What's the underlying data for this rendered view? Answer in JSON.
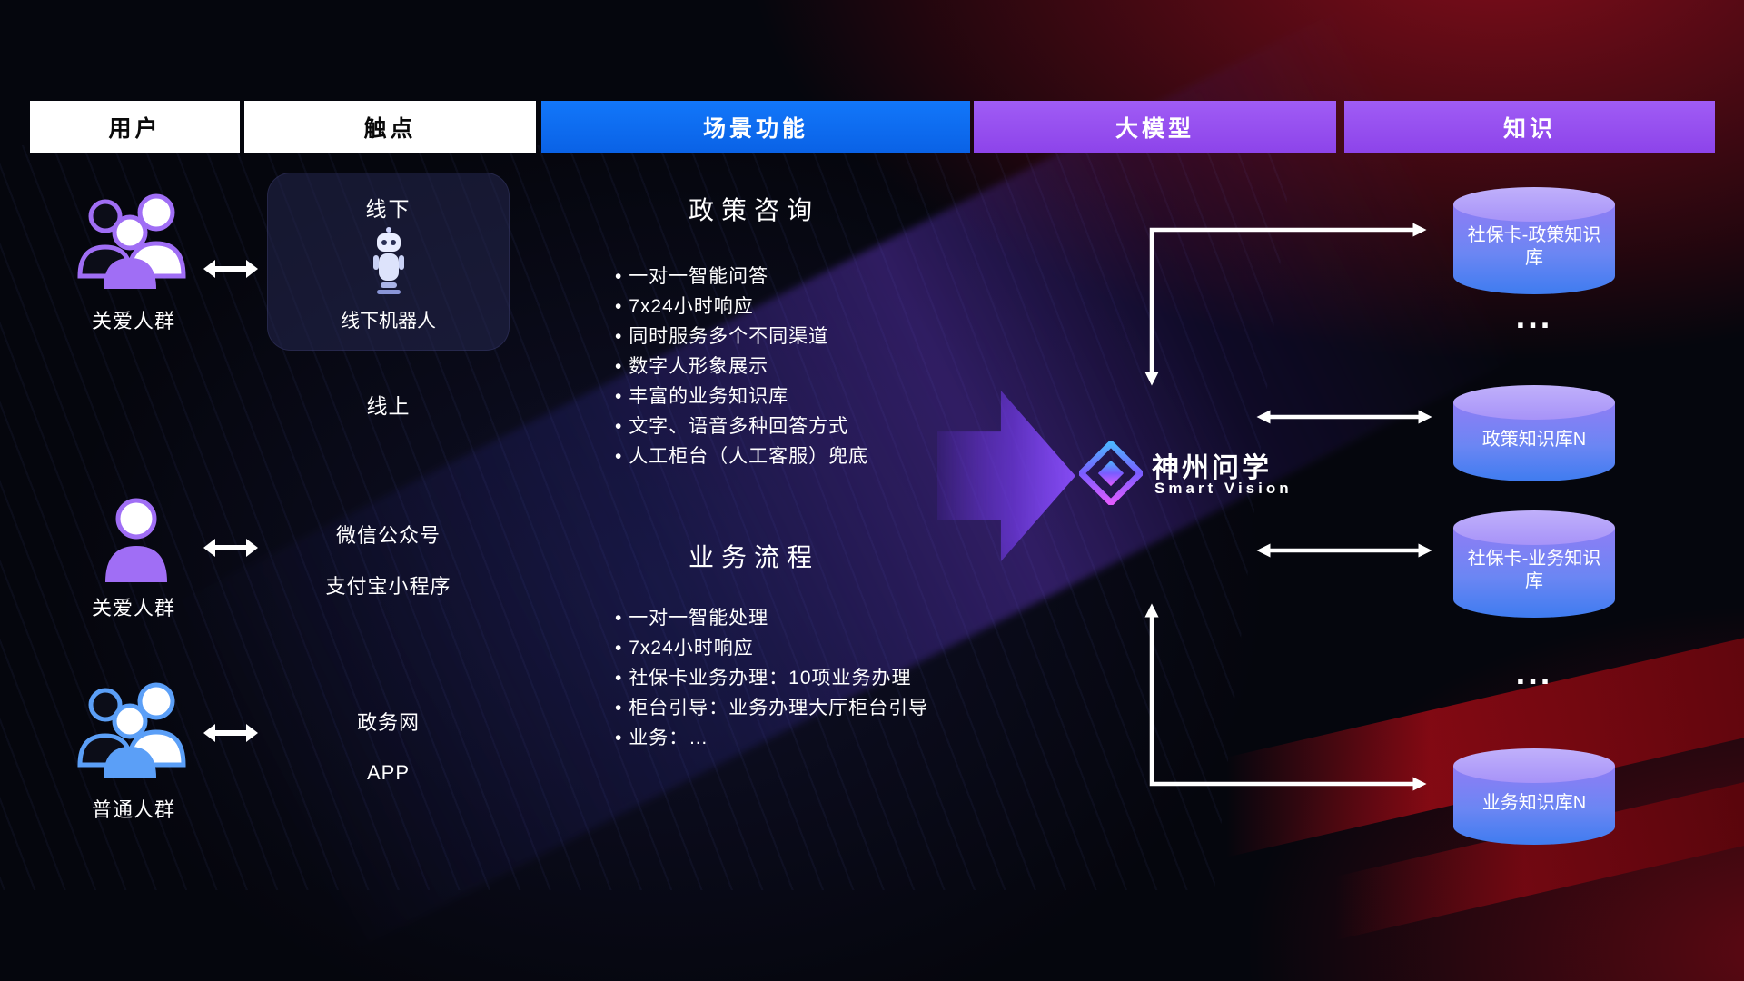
{
  "header": {
    "users": "用户",
    "touchpoints": "触点",
    "scenes": "场景功能",
    "model": "大模型",
    "knowledge": "知识"
  },
  "user_groups": [
    {
      "label": "关爱人群"
    },
    {
      "label": "关爱人群"
    },
    {
      "label": "普通人群"
    }
  ],
  "touchpoints": {
    "offline_title": "线下",
    "offline_robot": "线下机器人",
    "online_title": "线上",
    "wechat": "微信公众号",
    "alipay": "支付宝小程序",
    "gov": "政务网",
    "app": "APP"
  },
  "scenes": [
    {
      "title": "政策咨询",
      "items": [
        "一对一智能问答",
        "7x24小时响应",
        "同时服务多个不同渠道",
        "数字人形象展示",
        "丰富的业务知识库",
        "文字、语音多种回答方式",
        "人工柜台（人工客服）兜底"
      ]
    },
    {
      "title": "业务流程",
      "items": [
        "一对一智能处理",
        "7x24小时响应",
        "社保卡业务办理：10项业务办理",
        "柜台引导：业务办理大厅柜台引导",
        "业务：…"
      ]
    }
  ],
  "model": {
    "name": "神州问学",
    "subtitle": "Smart Vision"
  },
  "knowledge": {
    "db1": "社保卡-政策知识库",
    "ellipsis1": "...",
    "db2": "政策知识库N",
    "db3": "社保卡-业务知识库",
    "ellipsis2": "...",
    "db4": "业务知识库N"
  },
  "colors": {
    "scene_header_blue": "#0d6ef2",
    "model_header_purple": "#9a53f2",
    "knowledge_header_purple": "#9a53f2",
    "group_purple": "#a06ef5",
    "group_blue": "#5b9ff7",
    "cylinder_top": "#b7a6f8",
    "cylinder_body_top": "#8f7df5",
    "cylinder_body_bottom": "#3f7cf0",
    "background_red": "#c11222"
  }
}
